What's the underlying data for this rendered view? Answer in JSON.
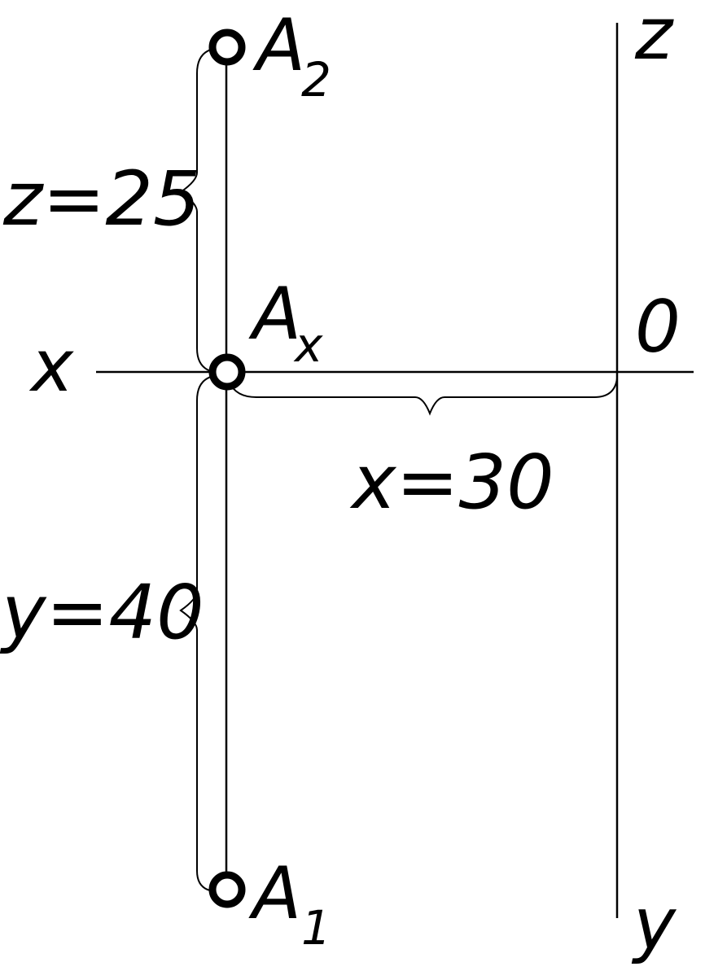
{
  "axes": {
    "x_label": "x",
    "z_label": "z",
    "y_label": "y",
    "origin_label": "0"
  },
  "points": {
    "a2": {
      "letter": "A",
      "subscript": "2"
    },
    "ax": {
      "letter": "A",
      "subscript": "x"
    },
    "a1": {
      "letter": "A",
      "subscript": "1"
    }
  },
  "dimensions": {
    "z": "z=25",
    "x": "x=30",
    "y": "y=40"
  },
  "colors": {
    "line": "#000000",
    "background": "#ffffff"
  }
}
